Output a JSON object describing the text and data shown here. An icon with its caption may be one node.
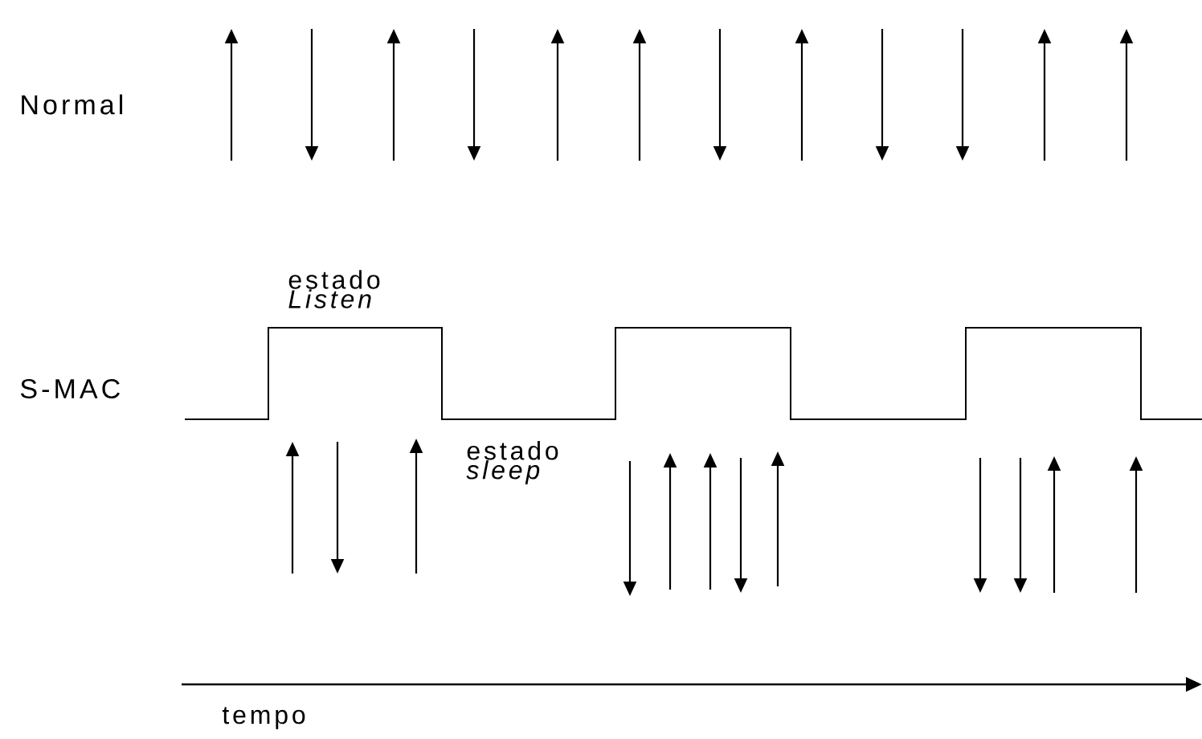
{
  "diagram": {
    "labels": [
      "Normal",
      "estado *Listen*",
      "S-MAC",
      "estado *sleep*",
      "tempo"
    ]
  }
}
